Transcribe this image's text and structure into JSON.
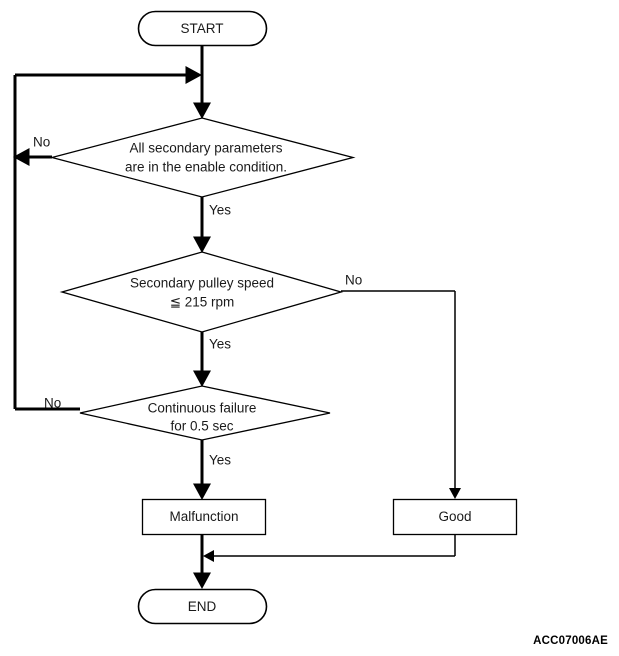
{
  "diagram": {
    "type": "flowchart",
    "title_code": "ACC07006AE",
    "nodes": {
      "start": {
        "label": "START",
        "shape": "terminal"
      },
      "decision1": {
        "line1": "All secondary parameters",
        "line2": "are in the enable condition.",
        "shape": "decision",
        "yes_label": "Yes",
        "no_label": "No"
      },
      "decision2": {
        "line1": "Secondary pulley speed",
        "line2": "≦ 215 rpm",
        "shape": "decision",
        "yes_label": "Yes",
        "no_label": "No"
      },
      "decision3": {
        "line1": "Continuous failure",
        "line2": "for 0.5 sec",
        "shape": "decision",
        "yes_label": "Yes",
        "no_label": "No"
      },
      "malfunction": {
        "label": "Malfunction",
        "shape": "process"
      },
      "good": {
        "label": "Good",
        "shape": "process"
      },
      "end": {
        "label": "END",
        "shape": "terminal"
      }
    },
    "colors": {
      "stroke": "#000000",
      "fill": "#ffffff",
      "text": "#1a1a1a"
    }
  }
}
